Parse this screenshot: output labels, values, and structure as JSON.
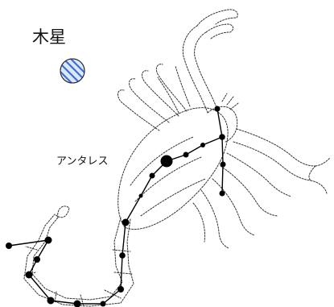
{
  "labels": {
    "jupiter": "木星",
    "antares": "アンタレス"
  },
  "icons": {
    "planet": "jupiter-icon",
    "illustration": "scorpion-illustration"
  },
  "colors": {
    "background": "#ffffff",
    "line": "#000000",
    "stipple": "#333333",
    "jupiter_band": "#3a6fd8",
    "jupiter_light": "#dde8ff"
  }
}
